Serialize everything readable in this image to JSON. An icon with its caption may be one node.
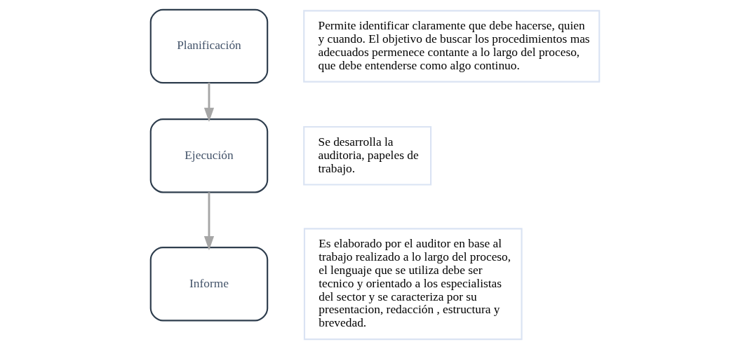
{
  "diagram": {
    "nodes": [
      {
        "text": [
          "Planificación"
        ]
      },
      {
        "text": [
          "Permite identificar claramente que debe hacerse, quien y cuando. El objetivo de buscar los procedimientos mas adecuados permenece contante a lo largo del proceso, que debe entenderse como algo continuo."
        ]
      },
      {
        "text": [
          "Ejecución"
        ]
      },
      {
        "text": [
          "Se desarrolla la auditoria, papeles de trabajo."
        ]
      },
      {
        "text": [
          "Informe"
        ]
      },
      {
        "text": [
          "Es elaborado por el auditor en base al trabajo realizado a lo largo del proceso, el lenguaje que se utiliza debe ser tecnico y orientado a los especialistas del sector y se caracteriza por su presentacion, redacción , estructura y brevedad."
        ]
      }
    ],
    "edges": [
      {
        "from": 0,
        "to": 2,
        "arrow": "to"
      },
      {
        "from": 2,
        "to": 4,
        "arrow": "to"
      }
    ]
  }
}
